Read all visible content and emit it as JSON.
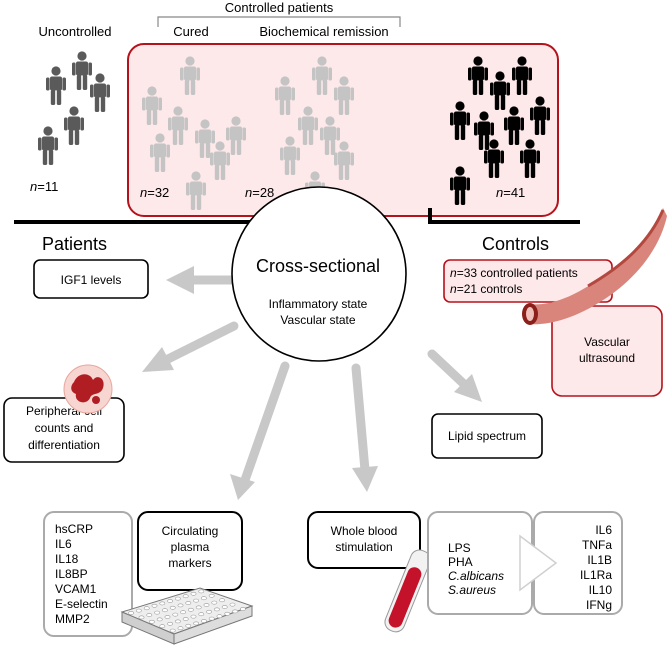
{
  "groups": {
    "controlled_label": "Controlled patients",
    "uncontrolled_label": "Uncontrolled",
    "cured_label": "Cured",
    "remission_label": "Biochemical remission",
    "n_symbol": "n",
    "uncontrolled_n": "=11",
    "cured_n": "=32",
    "remission_n": "=28",
    "controls_n": "=41"
  },
  "headers": {
    "patients": "Patients",
    "controls": "Controls"
  },
  "center": {
    "title": "Cross-sectional",
    "line1": "Inflammatory state",
    "line2": "Vascular state"
  },
  "boxes": {
    "igf1": "IGF1 levels",
    "controls_info_n": "n",
    "controls_info_line1": "=33 controlled patients",
    "controls_info_line2": "=21 controls",
    "vascular_line1": "Vascular",
    "vascular_line2": "ultrasound",
    "peripheral_line1": "Peripheral cell",
    "peripheral_line2": "counts and",
    "peripheral_line3": "differentiation",
    "lipid": "Lipid spectrum",
    "circulating_line1": "Circulating",
    "circulating_line2": "plasma",
    "circulating_line3": "markers",
    "whole_blood_line1": "Whole blood",
    "whole_blood_line2": "stimulation"
  },
  "plasma_markers": [
    "hsCRP",
    "IL6",
    "IL18",
    "IL8BP",
    "VCAM1",
    "E-selectin",
    "MMP2"
  ],
  "stimuli": [
    "LPS",
    "PHA",
    "C.albicans",
    "S.aureus"
  ],
  "cytokines": [
    "IL6",
    "TNFa",
    "IL1B",
    "IL1Ra",
    "IL10",
    "IFNg"
  ],
  "colors": {
    "red_border": "#b5121b",
    "pink_fill": "#fde8ea",
    "gray_arrow": "#c8c8c8",
    "dark_person": "#5a5a5a",
    "light_person": "#c4c4c4",
    "black_person": "#000000"
  }
}
